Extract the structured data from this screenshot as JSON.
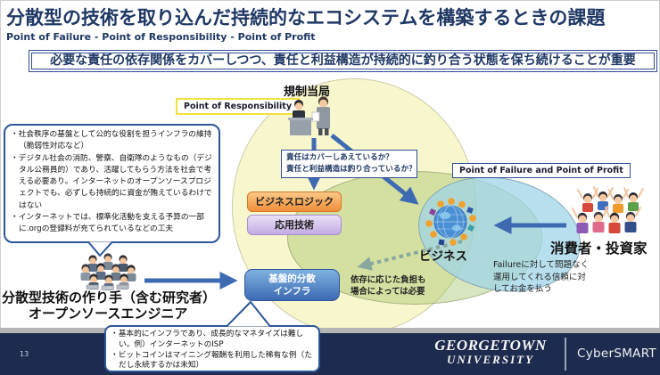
{
  "slide": {
    "title": "分散型の技術を取り込んだ持続的なエコシステムを構築するときの課題",
    "subtitle": "Point of Failure - Point of Responsibility - Point of Profit",
    "key_message": "必要な責任の依存関係をカバーしつつ、責任と利益構造が持続的に釣り合う状態を保ち続けることが重要"
  },
  "regions": {
    "responsibility_label": "Point of Responsibility",
    "failure_profit_label": "Point of Failure and Point of Profit"
  },
  "actors": {
    "regulator": "規制当局",
    "business": "ビジネス",
    "consumers": "消費者・投資家",
    "makers_line1": "分散型技術の作り手（含む研究者）",
    "makers_line2": "オープンソースエンジニア"
  },
  "stack": {
    "business_logic": "ビジネスロジック",
    "applied_tech": "応用技術",
    "infra_line1": "基盤的分散",
    "infra_line2": "インフラ"
  },
  "annotations": {
    "question_line1": "責任はカバーしあえているか？",
    "question_line2": "責任と利益構造は釣り合っているか？",
    "dependency_line1": "依存に応じた負担も",
    "dependency_line2": "場合によっては必要",
    "payment_line1": "Failureに対して問題なく",
    "payment_line2": "運用してくれる信頼に対",
    "payment_line3": "してお金を払う"
  },
  "left_bubble": {
    "bullets": [
      "・社会秩序の基盤として公的な役割を担うインフラの維持（脆弱性対応など）",
      "・デジタル社会の消防、警察、自衛隊のようなもの（デジタル公務員的）であり、活躍してもらう方法を社会で考える必要あり。インターネットのオープンソースプロジェクトでも、必ずしも持続的に資金が賄えているわけではない",
      "・インターネットでは、標準化活動を支える予算の一部に.orgの登録料が充てられているなどの工夫"
    ]
  },
  "bottom_bubble": {
    "bullets": [
      "・基本的にインフラであり、成長的なマネタイズは難しい。例）インターネットのISP",
      "・ビットコインはマイニング報酬を利用した稀有な例（ただし永続するかは未知）"
    ]
  },
  "footer": {
    "page_number": "13",
    "university_line1": "GEORGETOWN",
    "university_line2": "UNIVERSITY",
    "brand": "CyberSMART"
  },
  "colors": {
    "title_navy": "#1f3864",
    "box_border_blue": "#2d5799",
    "arrow_blue": "#3e6ab2",
    "dotted_arrow_teal": "#8aa79e",
    "business_logic_orange": "#ef8e3a",
    "applied_tech_purple": "#c2abe2",
    "infra_blue": "#3c6ab3",
    "por_border_yellow": "#f2e23c",
    "ellipse_yellow": "#f8f6cd",
    "ellipse_green": "#d9e5b5",
    "ellipse_blue": "#bfe0ee",
    "footer_navy": "#1d2b4e"
  }
}
